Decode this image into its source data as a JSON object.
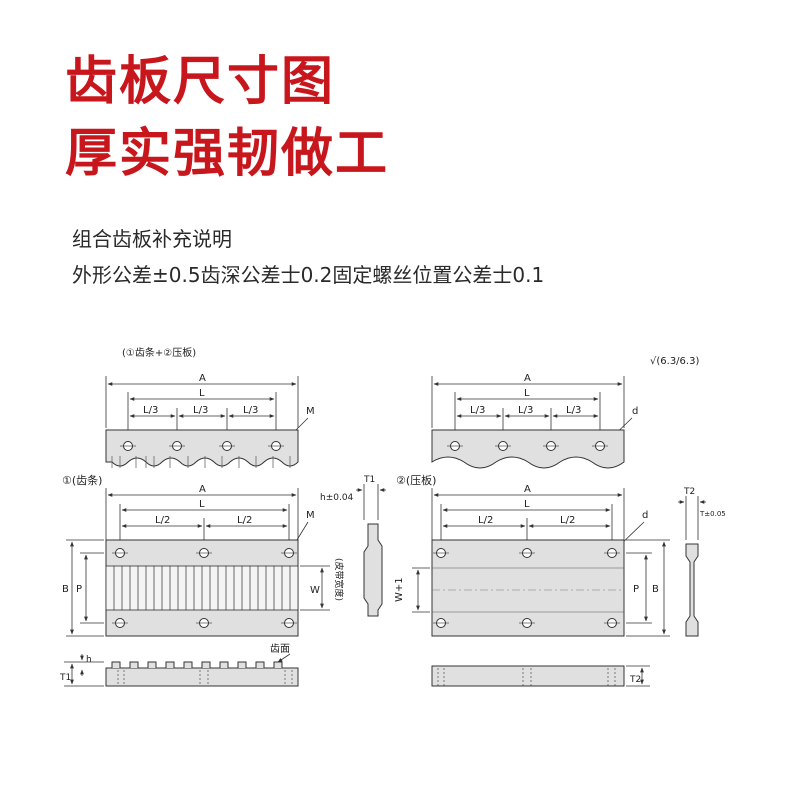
{
  "header": {
    "title_line1": "齿板尺寸图",
    "title_line2": "厚实强韧做工"
  },
  "notes": {
    "line1": "组合齿板补充说明",
    "line2": "外形公差±0.5齿深公差士0.2固定螺丝位置公差士0.1"
  },
  "drawing": {
    "top_left_caption": "(①齿条+②压板)",
    "roughness_mark": "√(6.3/6.3)",
    "dim_A": "A",
    "dim_L": "L",
    "dim_L3": "L/3",
    "dim_L2": "L/2",
    "label_M": "M",
    "label_d": "d",
    "label_B": "B",
    "label_P": "P",
    "label_W": "W",
    "label_W1": "W+1",
    "label_T1": "T1",
    "label_T2": "T2",
    "label_h": "h",
    "h_tol": "h±0.04",
    "t2_tol": "T±0.05",
    "belt_width": "(皮带宽度)",
    "tooth_surface": "齿面",
    "part1_title": "①(齿条)",
    "part2_title": "②(压板)"
  },
  "colors": {
    "headline_red": "#c8161d",
    "plate_gray": "#e0e0e0",
    "line_dark": "#333333"
  }
}
